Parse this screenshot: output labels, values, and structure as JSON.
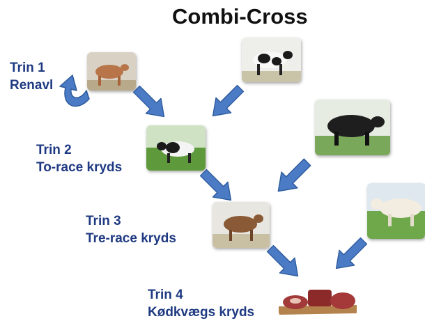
{
  "title": "Combi-Cross",
  "steps": [
    {
      "line1": "Trin 1",
      "line2": "Renavl"
    },
    {
      "line1": "Trin 2",
      "line2": "To-race kryds"
    },
    {
      "line1": "Trin 3",
      "line2": "Tre-race kryds"
    },
    {
      "line1": "Trin 4",
      "line2": "Kødkvægs kryds"
    }
  ],
  "colors": {
    "label": "#1f3a82",
    "arrow": "#4a7bc4",
    "arrow_stroke": "#2d5a9c"
  }
}
